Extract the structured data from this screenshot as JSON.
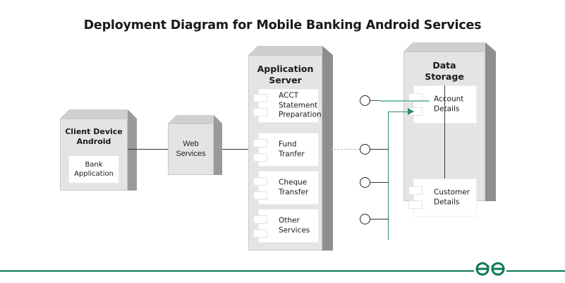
{
  "title": "Deployment Diagram for Mobile Banking Android Services",
  "colors": {
    "node_face": "#e4e4e4",
    "node_top": "#c9c9c9",
    "node_side": "#8e8e8e",
    "component_fill": "#ffffff",
    "connector": "#333333",
    "dashed_connector": "#b4b4b4",
    "green_light": "#7cc4a0",
    "green_dark": "#2e8b63",
    "brand_green": "#0e7a52",
    "text": "#1a1a1a"
  },
  "nodes": {
    "client_device": {
      "title": "Client Device\nAndroid",
      "title_line1": "Client Device",
      "title_line2": "Android",
      "component": {
        "label_line1": "Bank",
        "label_line2": "Application"
      }
    },
    "web_services": {
      "label_line1": "Web",
      "label_line2": "Services"
    },
    "application_server": {
      "title_line1": "Application",
      "title_line2": "Server",
      "components": [
        {
          "lines": [
            "ACCT",
            "Statement",
            "Preparation"
          ]
        },
        {
          "lines": [
            "Fund",
            "Tranfer"
          ]
        },
        {
          "lines": [
            "Cheque",
            "Transfer"
          ]
        },
        {
          "lines": [
            "Other",
            "Services"
          ]
        }
      ]
    },
    "data_storage": {
      "title_line1": "Data",
      "title_line2": "Storage",
      "components": [
        {
          "lines": [
            "Account",
            "Details"
          ]
        },
        {
          "lines": [
            "Customer",
            "Details"
          ]
        }
      ]
    }
  },
  "interfaces": {
    "count": 4,
    "labels": [
      "interface-ball-1",
      "interface-ball-2",
      "interface-ball-3",
      "interface-ball-4"
    ]
  },
  "footer": {
    "logo_name": "geeksforgeeks-logo"
  }
}
